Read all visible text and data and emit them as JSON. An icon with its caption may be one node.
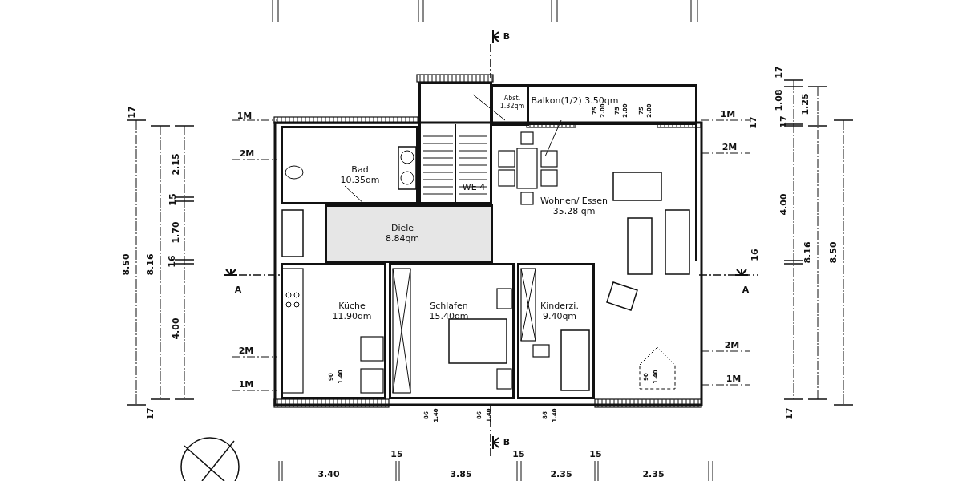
{
  "diagram": {
    "nodes": [
      {
        "text": [
          "Abst.",
          "1.32qm"
        ]
      },
      {
        "text": [
          "Balkon(1/2) 3.50qm"
        ]
      },
      {
        "text": [
          "Bad",
          "10.35qm"
        ]
      },
      {
        "text": [
          "WE 4"
        ]
      },
      {
        "text": [
          "Wohnen/ Essen",
          "35.28 qm"
        ]
      },
      {
        "text": [
          "Diele",
          "8.84qm"
        ]
      },
      {
        "text": [
          "Küche",
          "11.90qm"
        ]
      },
      {
        "text": [
          "Schlafen",
          "15.40qm"
        ]
      },
      {
        "text": [
          "Kinderzi.",
          "9.40qm"
        ]
      }
    ],
    "labels": [
      "B",
      "17",
      "1.08",
      "1.25",
      "17",
      "1M",
      "75",
      "2.00",
      "75",
      "2.00",
      "75",
      "2.00",
      "1M",
      "17",
      "17",
      "2M",
      "2.15",
      "2M",
      "15",
      "4.00",
      "1.70",
      "16",
      "8.50",
      "8.16",
      "A",
      "16",
      "A",
      "8.16",
      "8.50",
      "4.00",
      "2M",
      "2M",
      "90",
      "1.40",
      "90",
      "1.40",
      "1M",
      "1M",
      "17",
      "86",
      "1.40",
      "86",
      "1.40",
      "86",
      "1.40",
      "17",
      "B",
      "15",
      "15",
      "15",
      "3.40",
      "3.85",
      "2.35",
      "2.35"
    ]
  }
}
